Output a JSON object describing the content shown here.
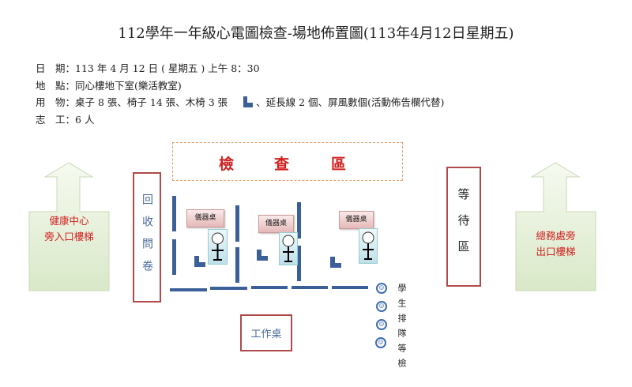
{
  "title": "112學年一年級心電圖檢查-場地佈置圖(113年4月12日星期五)",
  "info": [
    {
      "label": "日　期：",
      "value": "113 年 4 月 12 日 ( 星期五 ) 上午 8：30"
    },
    {
      "label": "地　點：",
      "value": "同心樓地下室(樂活教室)"
    },
    {
      "label": "用　物：",
      "value": "桌子 8 張、椅子 14 張、木椅 3 張",
      "value2": "、延長線 2 個、屏風數個(活動佈告欄代替)"
    },
    {
      "label": "志　工：",
      "value": "6 人"
    }
  ],
  "zones": {
    "exam": [
      "檢",
      "查",
      "區"
    ],
    "recycle": "回收問卷",
    "wait": "等待區",
    "work": "工作桌",
    "instrument": "儀器桌",
    "queue": "學生排隊等檢"
  },
  "entrance": {
    "line1": "健康中心",
    "line2": "旁入口樓梯"
  },
  "exit": {
    "line1": "總務處旁",
    "line2": "出口樓梯"
  },
  "colors": {
    "screen": "#3b5f98",
    "red": "#d02020",
    "border": "#b04a4a"
  }
}
